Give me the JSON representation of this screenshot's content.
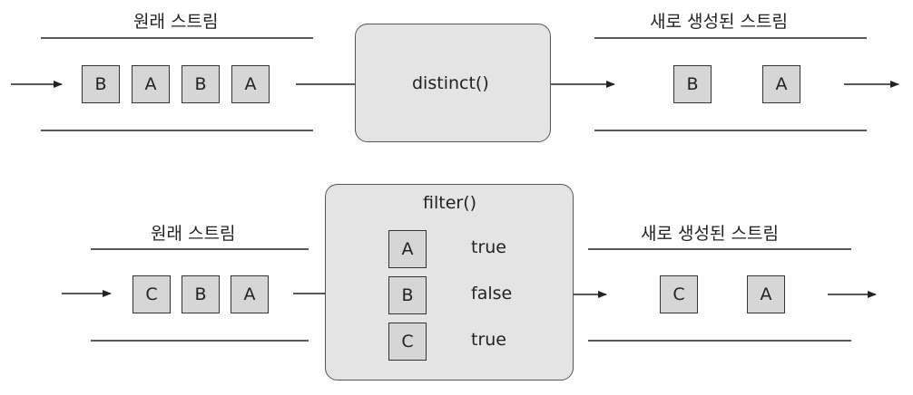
{
  "distinct_diagram": {
    "source_label": "원래 스트림",
    "input_elements": [
      "B",
      "A",
      "B",
      "A"
    ],
    "operation": "distinct()",
    "result_label": "새로 생성된 스트림",
    "output_elements": [
      "B",
      "A"
    ]
  },
  "filter_diagram": {
    "source_label": "원래 스트림",
    "input_elements": [
      "C",
      "B",
      "A"
    ],
    "operation": "filter()",
    "tests": [
      {
        "element": "A",
        "result": "true"
      },
      {
        "element": "B",
        "result": "false"
      },
      {
        "element": "C",
        "result": "true"
      }
    ],
    "result_label": "새로 생성된 스트림",
    "output_elements": [
      "C",
      "A"
    ]
  }
}
